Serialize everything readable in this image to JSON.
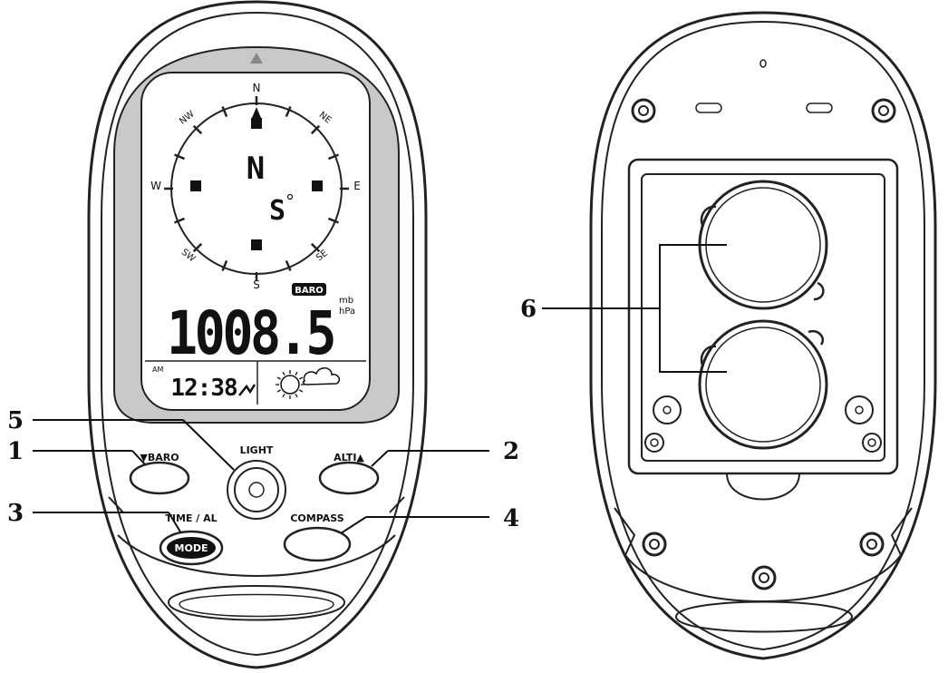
{
  "callouts": {
    "c1": "1",
    "c2": "2",
    "c3": "3",
    "c4": "4",
    "c5": "5",
    "c6": "6"
  },
  "compass": {
    "n": "N",
    "ne": "NE",
    "e": "E",
    "se": "SE",
    "s": "S",
    "sw": "SW",
    "w": "W",
    "nw": "NW",
    "center_top": "N",
    "center_bottom": "S"
  },
  "display": {
    "baro_badge": "BARO",
    "pressure": "1008.5",
    "unit_mb": "mb",
    "unit_hpa": "hPa",
    "am": "AM",
    "time": "12:38"
  },
  "buttons": {
    "baro": "▼BARO",
    "light": "LIGHT",
    "alti": "ALTI▲",
    "time_al": "TIME / AL",
    "mode": "MODE",
    "compass": "COMPASS"
  },
  "colors": {
    "bezel": "#c9c9c9",
    "outline": "#222222",
    "lcd": "#ffffff"
  }
}
